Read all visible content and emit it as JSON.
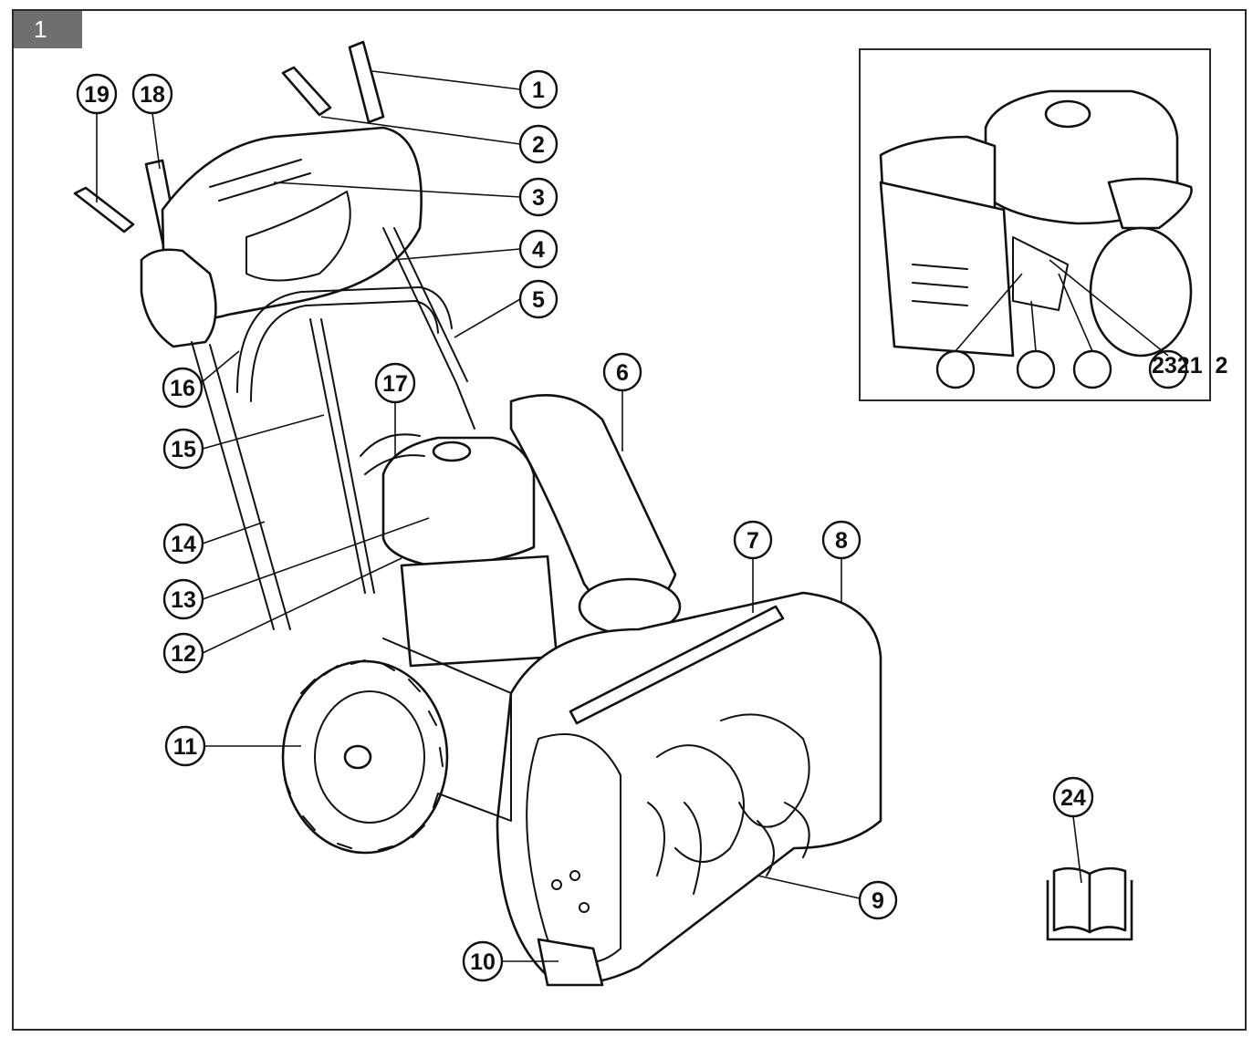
{
  "figure_tab": "1",
  "callouts": [
    "1",
    "2",
    "3",
    "4",
    "5",
    "6",
    "7",
    "8",
    "9",
    "10",
    "11",
    "12",
    "13",
    "14",
    "15",
    "16",
    "17",
    "18",
    "19",
    "24"
  ],
  "inset_label": "2321  2",
  "icons": {
    "manual": "open-book-icon"
  }
}
